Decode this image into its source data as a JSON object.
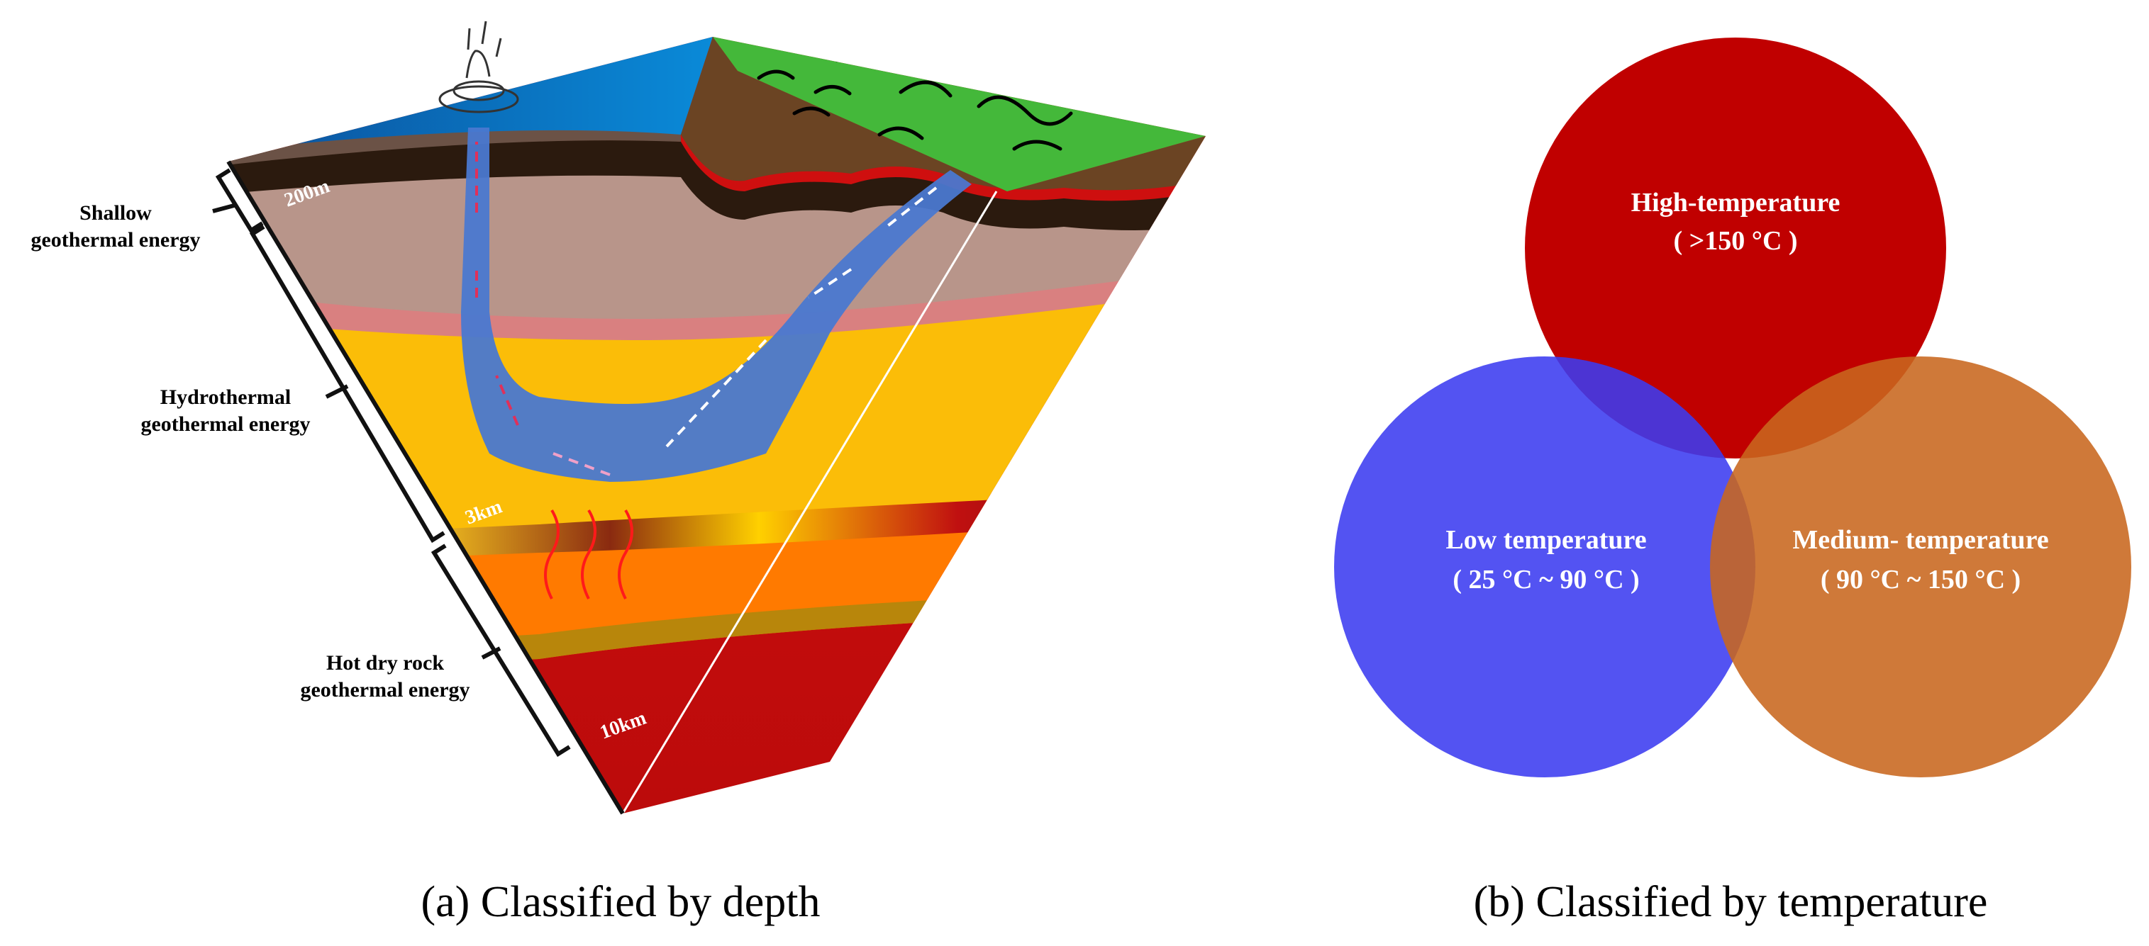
{
  "panel_a": {
    "caption": "(a) Classified by depth",
    "zones": [
      {
        "line1": "Shallow",
        "line2": "geothermal energy"
      },
      {
        "line1": "Hydrothermal",
        "line2": "geothermal energy"
      },
      {
        "line1": "Hot dry rock",
        "line2": "geothermal energy"
      }
    ],
    "depth_marks": [
      "200m",
      "3km",
      "10km"
    ],
    "colors": {
      "ocean": "#0a6fc2",
      "grass": "#44b83a",
      "soil": "#5a3a1a",
      "shallow_rock": "#b8958a",
      "pink_band": "#d98080",
      "aquifer": "#fbbd08",
      "water_channel": "#4a78d0",
      "magma_band": "#ff7a00",
      "deep_rock": "#cc0b0b"
    }
  },
  "panel_b": {
    "caption": "(b) Classified by temperature",
    "circles": [
      {
        "title": "High-temperature",
        "range": "( >150 °C )",
        "color": "#c00000"
      },
      {
        "title": "Low temperature",
        "range": "( 25 °C ~ 90 °C )",
        "color": "#3b3bf0"
      },
      {
        "title": "Medium- temperature",
        "range": "( 90 °C ~ 150 °C )",
        "color": "#c8661e"
      }
    ]
  }
}
